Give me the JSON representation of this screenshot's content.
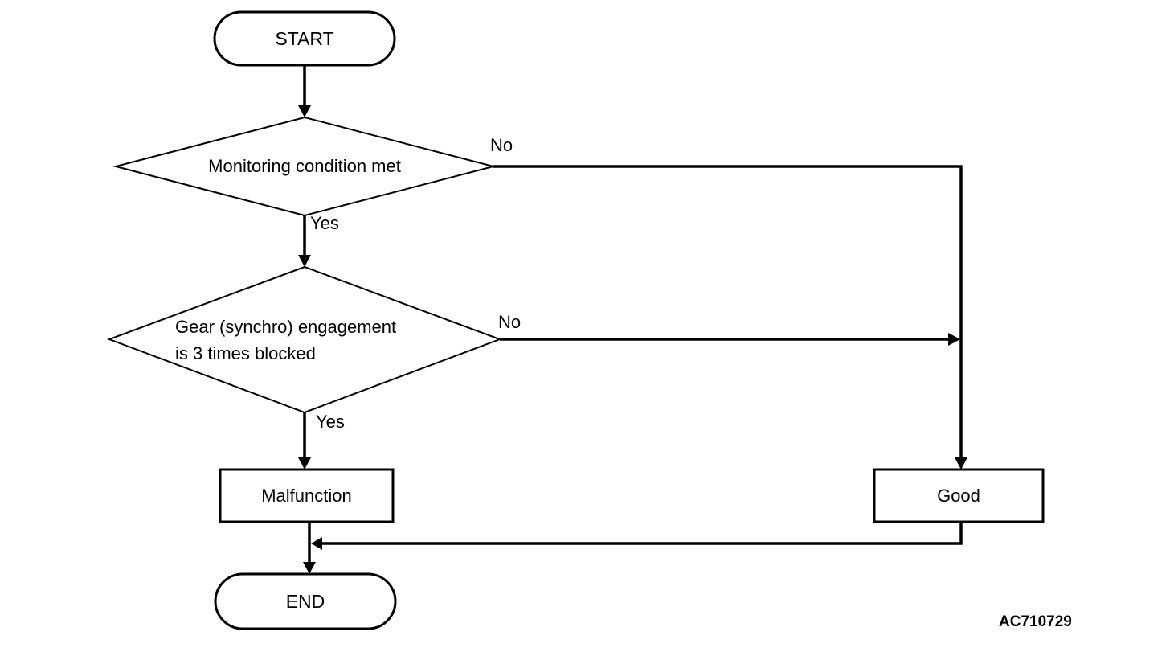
{
  "diagram": {
    "type": "flowchart",
    "figure_code": "AC710729",
    "colors": {
      "background": "#ffffff",
      "line": "#000000",
      "text": "#000000"
    },
    "nodes": {
      "start": {
        "label": "START",
        "shape": "terminator"
      },
      "decision1": {
        "label": "Monitoring condition met",
        "shape": "decision"
      },
      "decision2": {
        "label": "Gear (synchro) engagement\nis 3 times blocked",
        "shape": "decision"
      },
      "malfunction": {
        "label": "Malfunction",
        "shape": "process"
      },
      "good": {
        "label": "Good",
        "shape": "process"
      },
      "end": {
        "label": "END",
        "shape": "terminator"
      }
    },
    "edge_labels": {
      "decision1_no": "No",
      "decision1_yes": "Yes",
      "decision2_no": "No",
      "decision2_yes": "Yes"
    },
    "edges": [
      {
        "from": "start",
        "to": "decision1",
        "label": ""
      },
      {
        "from": "decision1",
        "to": "decision2",
        "label": "Yes"
      },
      {
        "from": "decision1",
        "to": "good",
        "label": "No"
      },
      {
        "from": "decision2",
        "to": "malfunction",
        "label": "Yes"
      },
      {
        "from": "decision2",
        "to": "good",
        "label": "No"
      },
      {
        "from": "malfunction",
        "to": "end",
        "label": ""
      },
      {
        "from": "good",
        "to": "end",
        "label": ""
      }
    ]
  }
}
